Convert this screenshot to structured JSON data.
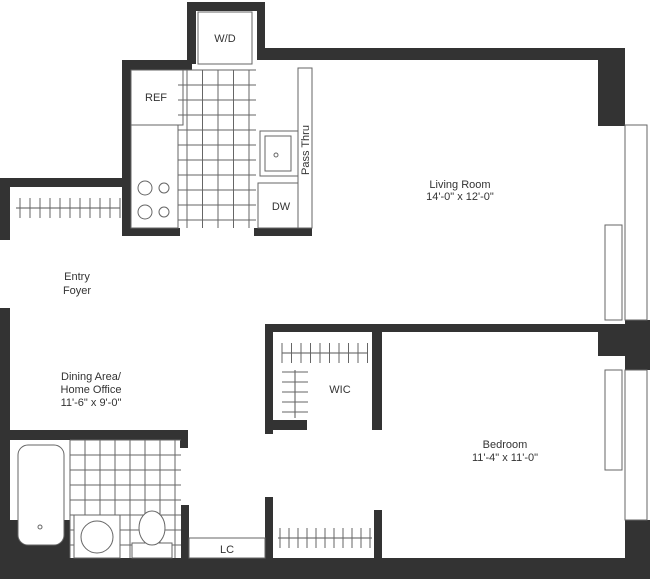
{
  "rooms": {
    "living_room": {
      "name": "Living Room",
      "dims": "14'-0\" x 12'-0\""
    },
    "entry": {
      "line1": "Entry",
      "line2": "Foyer"
    },
    "dining": {
      "line1": "Dining Area/",
      "line2": "Home Office",
      "dims": "11'-6\" x 9'-0\""
    },
    "bedroom": {
      "name": "Bedroom",
      "dims": "11'-4\" x 11'-0\""
    },
    "wic": "WIC",
    "lc": "LC"
  },
  "fixtures": {
    "washer_dryer": "W/D",
    "refrigerator": "REF",
    "dishwasher": "DW",
    "pass_thru": "Pass Thru"
  },
  "colors": {
    "wall": "#333333"
  }
}
